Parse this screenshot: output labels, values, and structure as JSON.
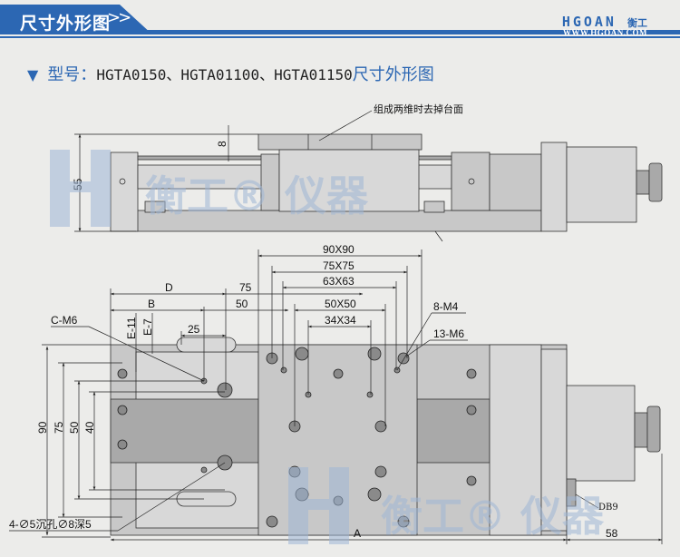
{
  "header": {
    "section_title": "尺寸外形图",
    "arrows": ">>",
    "brand_logo": "HGOAN",
    "brand_cn": "衡工",
    "brand_url": "WWW.HGOAN.COM",
    "accent_color": "#2c67b3"
  },
  "model_line": {
    "marker_icon": "triangle-down-icon",
    "prefix": "型号：",
    "models": "HGTA0150、HGTA01100、HGTA01150",
    "suffix": "尺寸外形图"
  },
  "watermark": {
    "text": "衡工® 仪器"
  },
  "side_view": {
    "note": "组成两维时去掉台面",
    "dim_height": "55",
    "dim_plate": "8"
  },
  "top_view": {
    "dims": {
      "d90x90": "90X90",
      "d75x75": "75X75",
      "d63x63": "63X63",
      "d50x50": "50X50",
      "d34x34": "34X34",
      "D": "D",
      "B": "B",
      "d75": "75",
      "d50": "50",
      "d25": "25",
      "E11": "E-11",
      "E7": "E-7",
      "CM6": "C-M6",
      "M4": "8-M4",
      "M6": "13-M6",
      "v90": "90",
      "v75": "75",
      "v50": "50",
      "v40": "40",
      "counterbore": "4-∅5沉孔∅8深5",
      "A": "A",
      "d58": "58",
      "connector": "DB9"
    }
  }
}
